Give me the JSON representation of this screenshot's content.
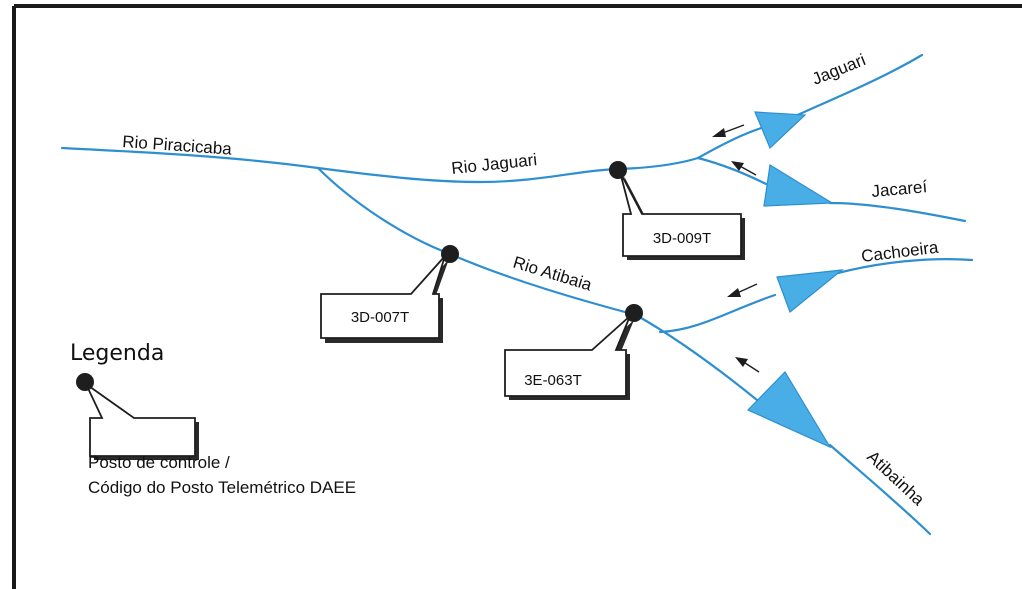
{
  "rivers": {
    "piracicaba": "Rio Piracicaba",
    "jaguari_main": "Rio Jaguari",
    "atibaia": "Rio Atibaia",
    "jaguari": "Jaguari",
    "jacarei": "Jacareí",
    "cachoeira": "Cachoeira",
    "atibainha": "Atibainha"
  },
  "stations": [
    {
      "code": "3D-007T"
    },
    {
      "code": "3D-009T"
    },
    {
      "code": "3E-063T"
    }
  ],
  "legend": {
    "title": "Legenda",
    "line1": "Posto de controle /",
    "line2": "Código do Posto Telemétrico DAEE"
  },
  "colors": {
    "river": "#2e8fd0",
    "reservoir": "#4aaee6",
    "station": "#1e1e1e"
  }
}
